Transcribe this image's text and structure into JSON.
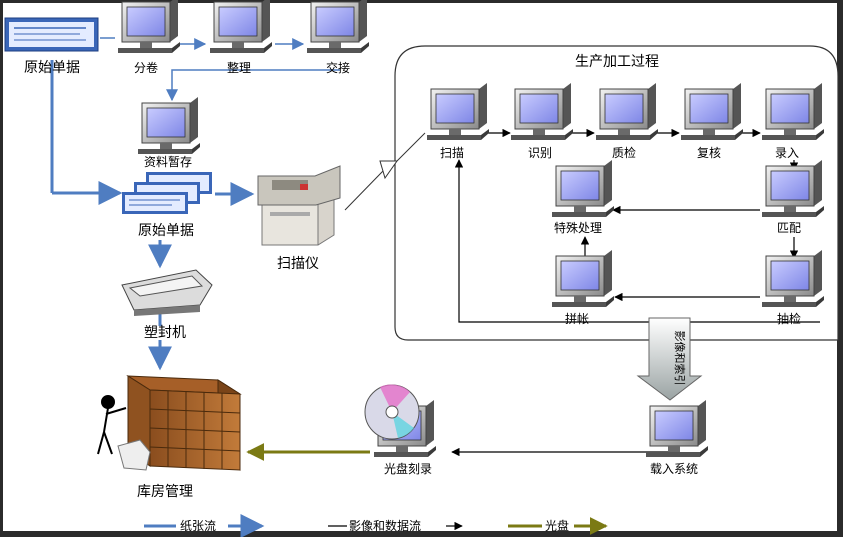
{
  "labels": {
    "source_docs_top": "原始单据",
    "split": "分卷",
    "sort": "整理",
    "handover": "交接",
    "temp_storage": "资料暂存",
    "source_docs_mid": "原始单据",
    "scanner": "扫描仪",
    "laminator": "塑封机",
    "warehouse": "库房管理",
    "disc_burn": "光盘刻录",
    "load_system": "载入系统",
    "big_arrow": "影像和索引"
  },
  "process": {
    "title": "生产加工过程",
    "scan": "扫描",
    "recognize": "识别",
    "qc": "质检",
    "recheck": "复核",
    "entry": "录入",
    "special": "特殊处理",
    "match": "匹配",
    "combine": "拼帐",
    "spot_check": "抽检"
  },
  "legend": {
    "paper": "纸张流",
    "image": "影像和数据流",
    "disc": "光盘"
  },
  "colors": {
    "paper_flow": "#4f7dc1",
    "data_flow": "#000000",
    "disc_flow": "#7b7a14",
    "background": "#ffffff",
    "frame": "#2b2b2b"
  }
}
